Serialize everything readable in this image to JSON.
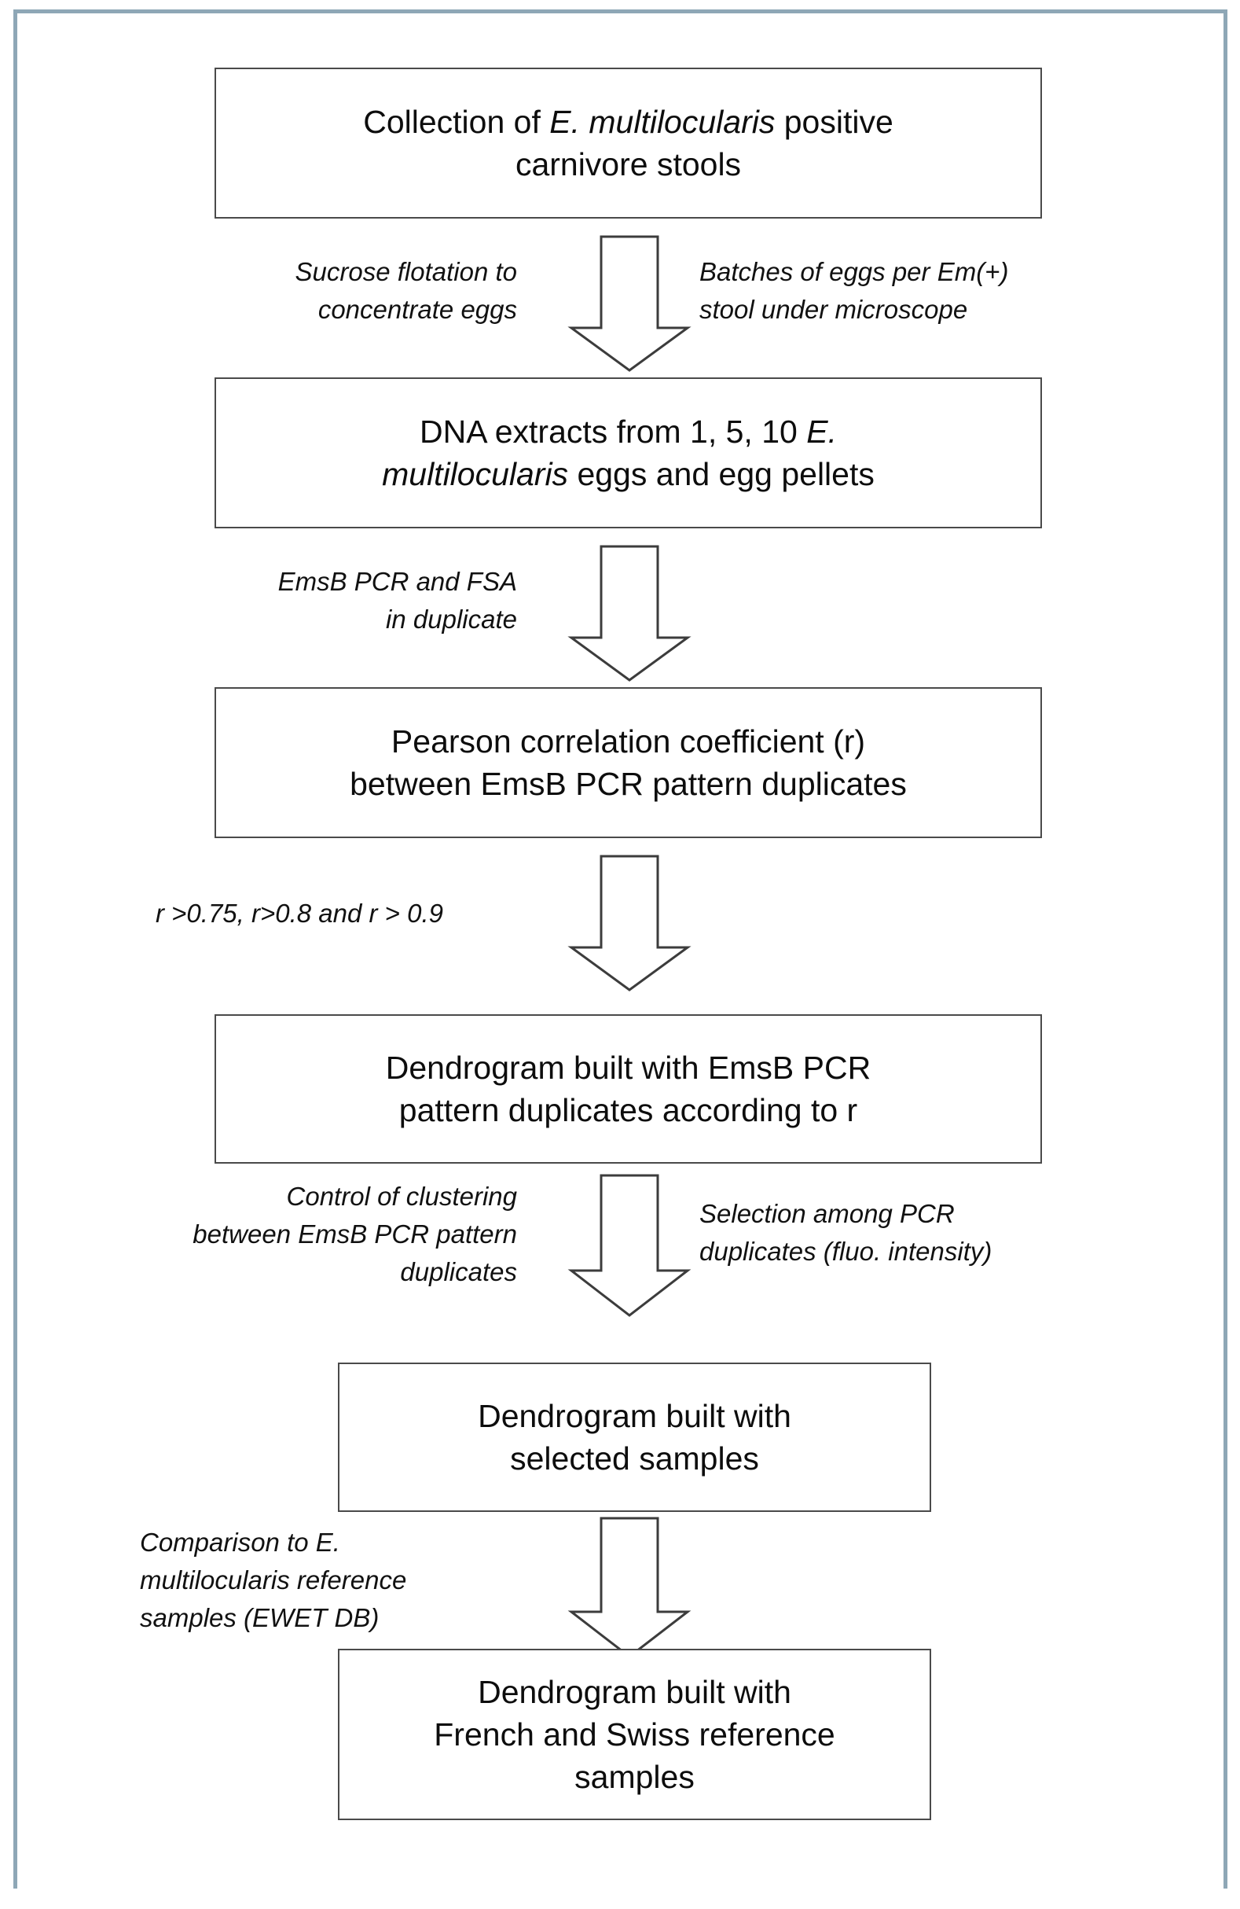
{
  "figure": {
    "kind": "flowchart",
    "orientation": "top-to-bottom",
    "frame_color": "#8ea7b6",
    "box_border_color": "#4a4a4a",
    "arrow_stroke_color": "#3c3c3c",
    "text_color": "#0d0d0d"
  },
  "boxes": [
    {
      "id": "collection",
      "line1_pre": "Collection of ",
      "line1_italic": "E. multilocularis",
      "line1_post": " positive",
      "line2": "carnivore stools"
    },
    {
      "id": "dna-extracts",
      "line1_pre": "DNA extracts from 1, 5, 10 ",
      "line1_italic": "E.",
      "line1_post": "",
      "line2_italic": "multilocularis",
      "line2_post": " eggs and egg pellets"
    },
    {
      "id": "pearson",
      "line1": "Pearson correlation coefficient (r)",
      "line2": "between EmsB PCR pattern duplicates"
    },
    {
      "id": "dendrogram-duplicates",
      "line1": "Dendrogram built with EmsB PCR",
      "line2": "pattern duplicates according to r"
    },
    {
      "id": "dendrogram-selected",
      "line1": "Dendrogram built with",
      "line2": "selected samples"
    },
    {
      "id": "dendrogram-reference",
      "line1": "Dendrogram built with",
      "line2": "French and Swiss reference",
      "line3": "samples"
    }
  ],
  "arrows": [
    {
      "id": "arrow-1",
      "from": "collection",
      "to": "dna-extracts"
    },
    {
      "id": "arrow-2",
      "from": "dna-extracts",
      "to": "pearson"
    },
    {
      "id": "arrow-3",
      "from": "pearson",
      "to": "dendrogram-duplicates"
    },
    {
      "id": "arrow-4",
      "from": "dendrogram-duplicates",
      "to": "dendrogram-selected"
    },
    {
      "id": "arrow-5",
      "from": "dendrogram-selected",
      "to": "dendrogram-reference"
    }
  ],
  "notes": {
    "arrow1_left": "Sucrose flotation to\nconcentrate eggs",
    "arrow1_right": "Batches of eggs per Em(+)\nstool under microscope",
    "arrow2_left": "EmsB PCR and FSA\nin duplicate",
    "arrow3_left": "r >0.75, r>0.8 and r > 0.9",
    "arrow4_left": "Control of clustering\nbetween EmsB PCR pattern\nduplicates",
    "arrow4_right": "Selection among PCR\nduplicates (fluo. intensity)",
    "arrow5_left": "Comparison to E.\nmultilocularis reference\nsamples (EWET DB)"
  }
}
